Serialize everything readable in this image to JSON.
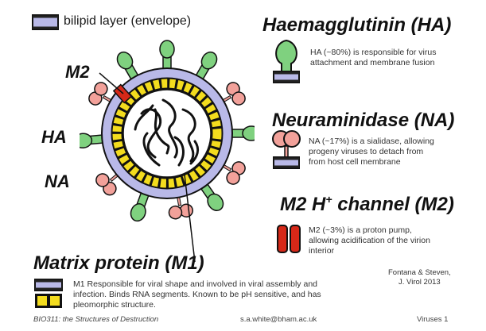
{
  "legend": {
    "envelope_label": "bilipid layer (envelope)"
  },
  "diagram_labels": {
    "m2": "M2",
    "ha": "HA",
    "na": "NA"
  },
  "ha_section": {
    "title": "Haemagglutinin (HA)",
    "description_lines": [
      "HA (~80%) is responsible for virus",
      "attachment and membrane fusion"
    ]
  },
  "na_section": {
    "title": "Neuraminidase (NA)",
    "description_lines": [
      "NA (~17%) is a sialidase, allowing",
      "progeny viruses to detach from",
      "from host cell membrane"
    ]
  },
  "m2_section": {
    "title_main": "M2 H",
    "title_sup": "+",
    "title_rest": " channel (M2)",
    "description_lines": [
      "M2 (~3%) is a proton pump,",
      "allowing acidification of the virion",
      "interior"
    ]
  },
  "m1_section": {
    "title": "Matrix protein (M1)",
    "description_lines": [
      "M1 Responsible for viral shape and involved in viral assembly and",
      "infection. Binds RNA segments. Known to be pH sensitive, and has",
      "pleomorphic structure."
    ]
  },
  "citation": {
    "line1": "Fontana & Steven,",
    "line2": "J. Virol 2013"
  },
  "footer": {
    "left": "BIO311: the Structures of Destruction",
    "center": "s.a.white@bham.ac.uk",
    "right": "Viruses 1"
  },
  "colors": {
    "envelope": "#b9b9e8",
    "ha_green": "#7fd17f",
    "na_salmon": "#f2a19a",
    "m2_red": "#d62818",
    "matrix_yellow": "#f3dc1e",
    "stroke": "#111111"
  }
}
